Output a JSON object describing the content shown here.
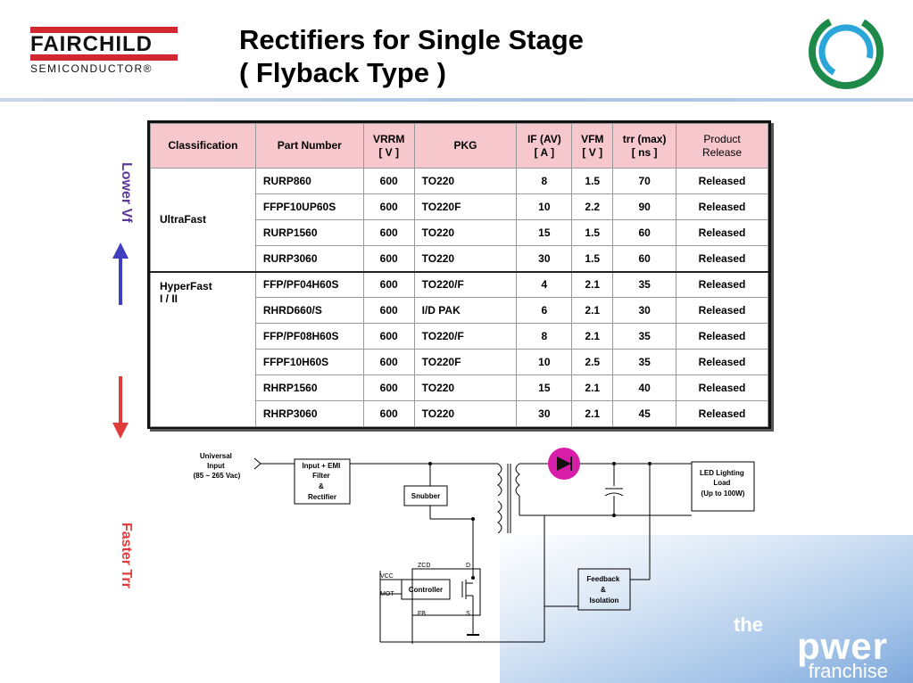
{
  "logo": {
    "word": "FAIRCHILD",
    "sub": "SEMICONDUCTOR®"
  },
  "title_line1": "Rectifiers for Single Stage",
  "title_line2": "( Flyback Type )",
  "side": {
    "top": "Lower Vf",
    "bottom": "Faster Trr"
  },
  "table": {
    "headers": {
      "classification": "Classification",
      "part_number": "Part Number",
      "vrrm": "VRRM",
      "vrrm_unit": "[ V ]",
      "pkg": "PKG",
      "if": "IF (AV)",
      "if_unit": "[ A ]",
      "vfm": "VFM",
      "vfm_unit": "[ V ]",
      "trr": "trr (max)",
      "trr_unit": "[ ns ]",
      "release": "Product",
      "release2": "Release"
    },
    "groups": {
      "ultrafast": "UltraFast",
      "hyperfast1": "HyperFast",
      "hyperfast2": "I / II"
    },
    "rows": [
      [
        "RURP860",
        "600",
        "TO220",
        "8",
        "1.5",
        "70",
        "Released"
      ],
      [
        "FFPF10UP60S",
        "600",
        "TO220F",
        "10",
        "2.2",
        "90",
        "Released"
      ],
      [
        "RURP1560",
        "600",
        "TO220",
        "15",
        "1.5",
        "60",
        "Released"
      ],
      [
        "RURP3060",
        "600",
        "TO220",
        "30",
        "1.5",
        "60",
        "Released"
      ],
      [
        "FFP/PF04H60S",
        "600",
        "TO220/F",
        "4",
        "2.1",
        "35",
        "Released"
      ],
      [
        "RHRD660/S",
        "600",
        "I/D PAK",
        "6",
        "2.1",
        "30",
        "Released"
      ],
      [
        "FFP/PF08H60S",
        "600",
        "TO220/F",
        "8",
        "2.1",
        "35",
        "Released"
      ],
      [
        "FFPF10H60S",
        "600",
        "TO220F",
        "10",
        "2.5",
        "35",
        "Released"
      ],
      [
        "RHRP1560",
        "600",
        "TO220",
        "15",
        "2.1",
        "40",
        "Released"
      ],
      [
        "RHRP3060",
        "600",
        "TO220",
        "30",
        "2.1",
        "45",
        "Released"
      ]
    ]
  },
  "circuit": {
    "input": [
      "Universal",
      "Input",
      "(85 ~ 265 Vac)"
    ],
    "emi": [
      "Input + EMI",
      "Filter",
      "&",
      "Rectifier"
    ],
    "snubber": "Snubber",
    "load": [
      "LED Lighting",
      "Load",
      "(Up to 100W)"
    ],
    "controller": "Controller",
    "feedback": [
      "Feedback",
      "&",
      "Isolation"
    ],
    "pins": {
      "zcd": "ZCD",
      "d": "D",
      "vcc": "VCC",
      "mot": "MOT",
      "fb": "FB",
      "s": "S"
    }
  },
  "brand": {
    "the": "the",
    "power": "pwer",
    "franchise": "franchise"
  },
  "colors": {
    "logo_red": "#d22630",
    "header_pink": "#f6c8cd",
    "diode_magenta": "#d81ea8",
    "arrow_up": "#3f3fbf",
    "arrow_down": "#e03b3b"
  }
}
